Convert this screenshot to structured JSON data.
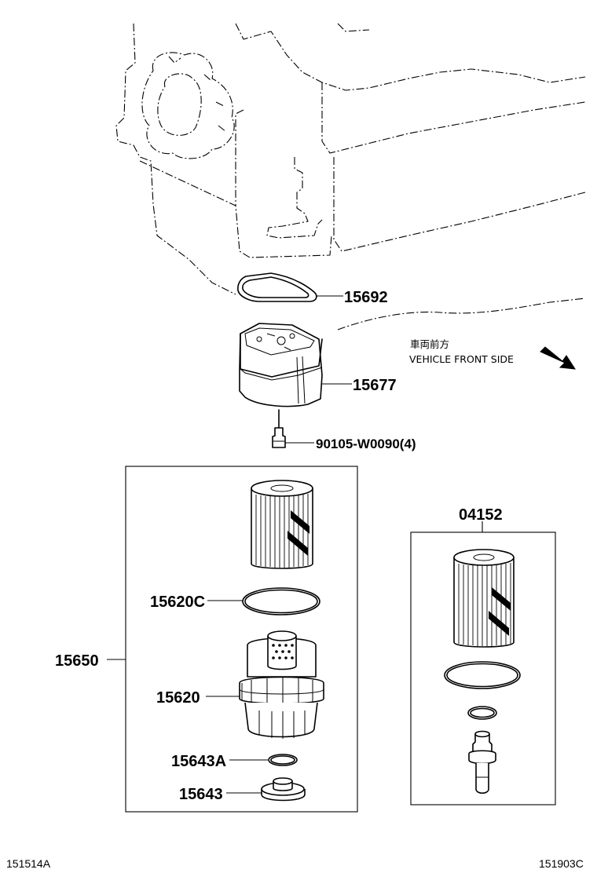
{
  "callouts": {
    "p15692": "15692",
    "p15677": "15677",
    "p90105": "90105-W0090(4)",
    "p15650": "15650",
    "p15620C": "15620C",
    "p15620": "15620",
    "p15643A": "15643A",
    "p15643": "15643",
    "p04152": "04152"
  },
  "direction_note": {
    "japanese": "車両前方",
    "english": "VEHICLE FRONT SIDE"
  },
  "footer": {
    "left_code": "151514A",
    "right_code": "151903C"
  }
}
